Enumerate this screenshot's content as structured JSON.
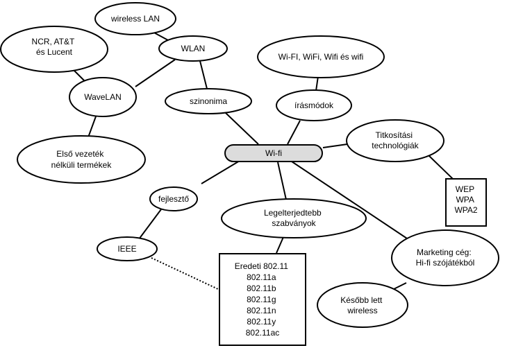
{
  "center": "Wi-fi",
  "nodes": {
    "wireless_lan": "wireless LAN",
    "ncr": [
      "NCR, AT&T",
      "és Lucent"
    ],
    "wlan": "WLAN",
    "wifi_variants": "Wi-FI, WiFi, Wifi és wifi",
    "wavelan": "WaveLAN",
    "szinonima": "szinonima",
    "irasmodok": "írásmódok",
    "titkositasi": [
      "Titkosítási",
      "technológiák"
    ],
    "elso_vezetek": [
      "Első vezeték",
      "nélküli termékek"
    ],
    "fejleszto": "fejlesztő",
    "legelterjedtebb": [
      "Legelterjedtebb",
      "szabványok"
    ],
    "ieee": "IEEE",
    "marketing": [
      "Marketing cég:",
      "Hi-fi szójátékból"
    ],
    "kesobb": [
      "Később lett",
      "wireless"
    ]
  },
  "boxes": {
    "encryption": [
      "WEP",
      "WPA",
      "WPA2"
    ],
    "standards": [
      "Eredeti 802.11",
      "802.11a",
      "802.11b",
      "802.11g",
      "802.11n",
      "802.11y",
      "802.11ac"
    ]
  },
  "colors": {
    "stroke": "#000000",
    "background": "#ffffff",
    "center_fill": "#dcdcdc"
  }
}
